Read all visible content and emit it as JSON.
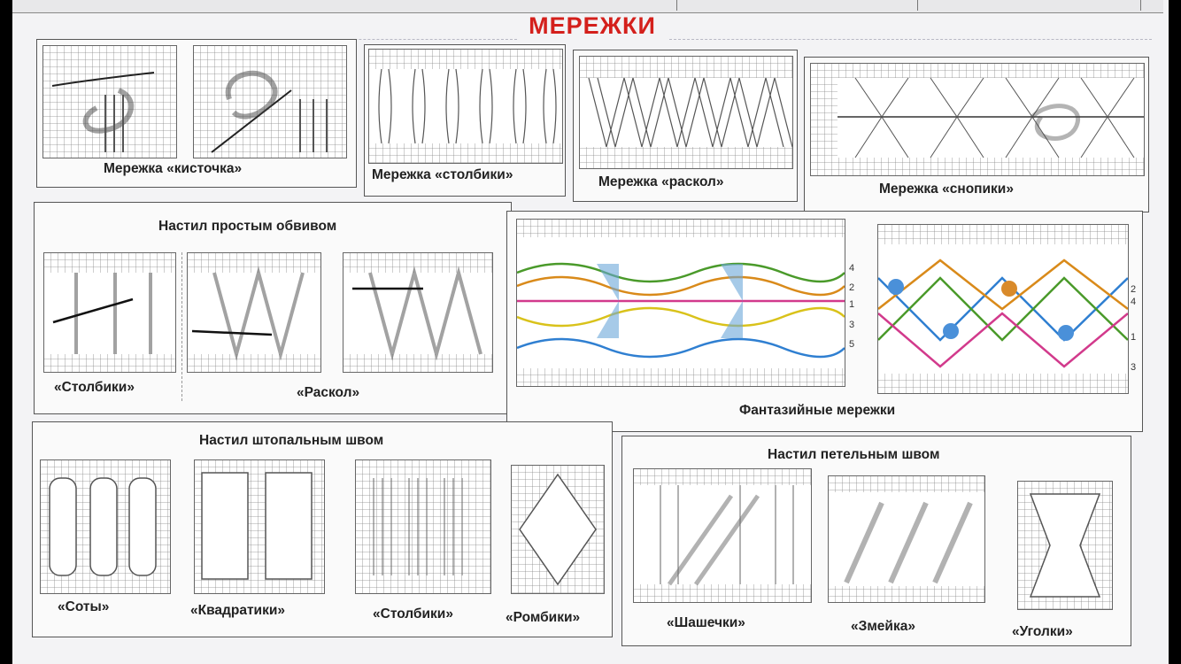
{
  "title": "МЕРЕЖКИ",
  "row1": [
    {
      "caption": "Мережка «кисточка»"
    },
    {
      "caption": "Мережка «столбики»"
    },
    {
      "caption": "Мережка «раскол»"
    },
    {
      "caption": "Мережка «снопики»"
    }
  ],
  "simple_wrap": {
    "heading": "Настил простым обвивом",
    "captions": [
      "«Столбики»",
      "«Раскол»"
    ]
  },
  "fantasy": {
    "caption": "Фантазийные мережки",
    "left_numbers": [
      "4",
      "2",
      "1",
      "3",
      "5"
    ],
    "right_numbers": [
      "2",
      "4",
      "1",
      "3"
    ],
    "colors": {
      "pink": "#d23a8c",
      "blue": "#2f7fd1",
      "green": "#4a9a2a",
      "yellow": "#d9c21a",
      "orange": "#d98a1a",
      "teal": "#2aa6a0"
    }
  },
  "darning": {
    "heading": "Настил штопальным швом",
    "captions": [
      "«Соты»",
      "«Квадратики»",
      "«Столбики»",
      "«Ромбики»"
    ]
  },
  "buttonhole": {
    "heading": "Настил петельным швом",
    "captions": [
      "«Шашечки»",
      "«Змейка»",
      "«Уголки»"
    ]
  }
}
